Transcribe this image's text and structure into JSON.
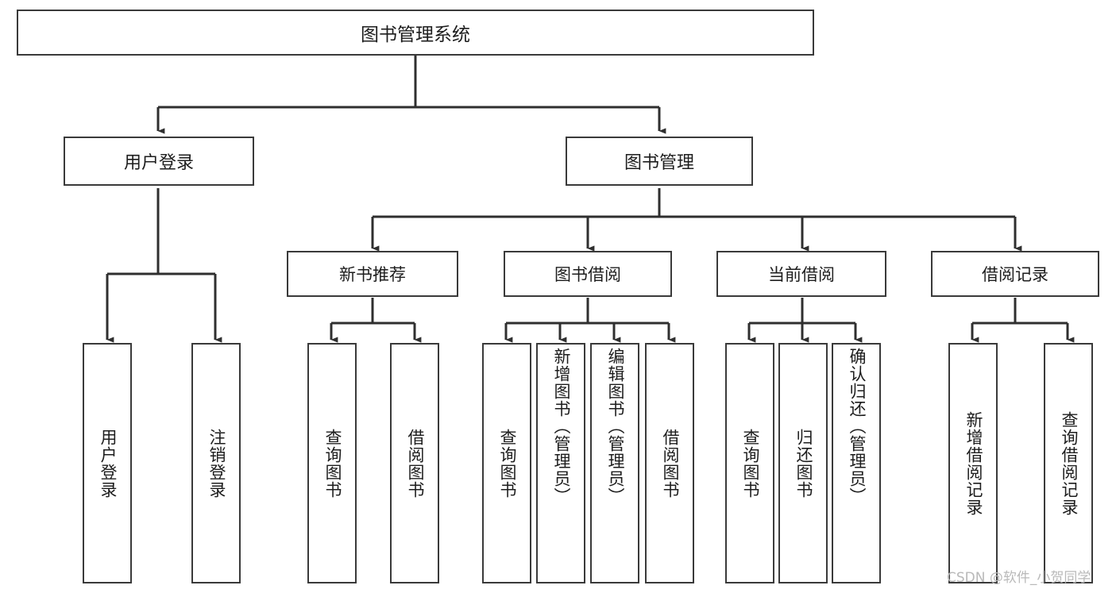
{
  "diagram": {
    "type": "hierarchy-tree",
    "title": "图书管理系统",
    "watermark": "CSDN @软件_小贺同学",
    "root": {
      "id": "root",
      "label": "图书管理系统"
    },
    "level2": [
      {
        "id": "user-login",
        "label": "用户登录"
      },
      {
        "id": "book-management",
        "label": "图书管理"
      }
    ],
    "level3": [
      {
        "id": "new-book-recommend",
        "label": "新书推荐",
        "parent": "book-management"
      },
      {
        "id": "book-borrow",
        "label": "图书借阅",
        "parent": "book-management"
      },
      {
        "id": "current-borrow",
        "label": "当前借阅",
        "parent": "book-management"
      },
      {
        "id": "borrow-record",
        "label": "借阅记录",
        "parent": "book-management"
      }
    ],
    "leaves": [
      {
        "id": "leaf-user-login",
        "label": "用户登录",
        "parent": "user-login",
        "align": "center"
      },
      {
        "id": "leaf-logout-login",
        "label": "注销登录",
        "parent": "user-login",
        "align": "center"
      },
      {
        "id": "leaf-query-book-1",
        "label": "查询图书",
        "parent": "new-book-recommend",
        "align": "center"
      },
      {
        "id": "leaf-borrow-book-1",
        "label": "借阅图书",
        "parent": "new-book-recommend",
        "align": "center"
      },
      {
        "id": "leaf-query-book-2",
        "label": "查询图书",
        "parent": "book-borrow",
        "align": "center"
      },
      {
        "id": "leaf-add-book",
        "label": "新增图书（管理员）",
        "parent": "book-borrow",
        "align": "top"
      },
      {
        "id": "leaf-edit-book",
        "label": "编辑图书（管理员）",
        "parent": "book-borrow",
        "align": "top"
      },
      {
        "id": "leaf-borrow-book-2",
        "label": "借阅图书",
        "parent": "book-borrow",
        "align": "center"
      },
      {
        "id": "leaf-query-book-3",
        "label": "查询图书",
        "parent": "current-borrow",
        "align": "center"
      },
      {
        "id": "leaf-return-book",
        "label": "归还图书",
        "parent": "current-borrow",
        "align": "center"
      },
      {
        "id": "leaf-confirm-return",
        "label": "确认归还（管理员）",
        "parent": "current-borrow",
        "align": "top"
      },
      {
        "id": "leaf-add-record",
        "label": "新增借阅记录",
        "parent": "borrow-record",
        "align": "center"
      },
      {
        "id": "leaf-query-record",
        "label": "查询借阅记录",
        "parent": "borrow-record",
        "align": "center"
      }
    ],
    "colors": {
      "border": "#3a3a3a",
      "text": "#1d1d1d",
      "background": "#ffffff",
      "watermark": "#b9b9b9"
    }
  }
}
